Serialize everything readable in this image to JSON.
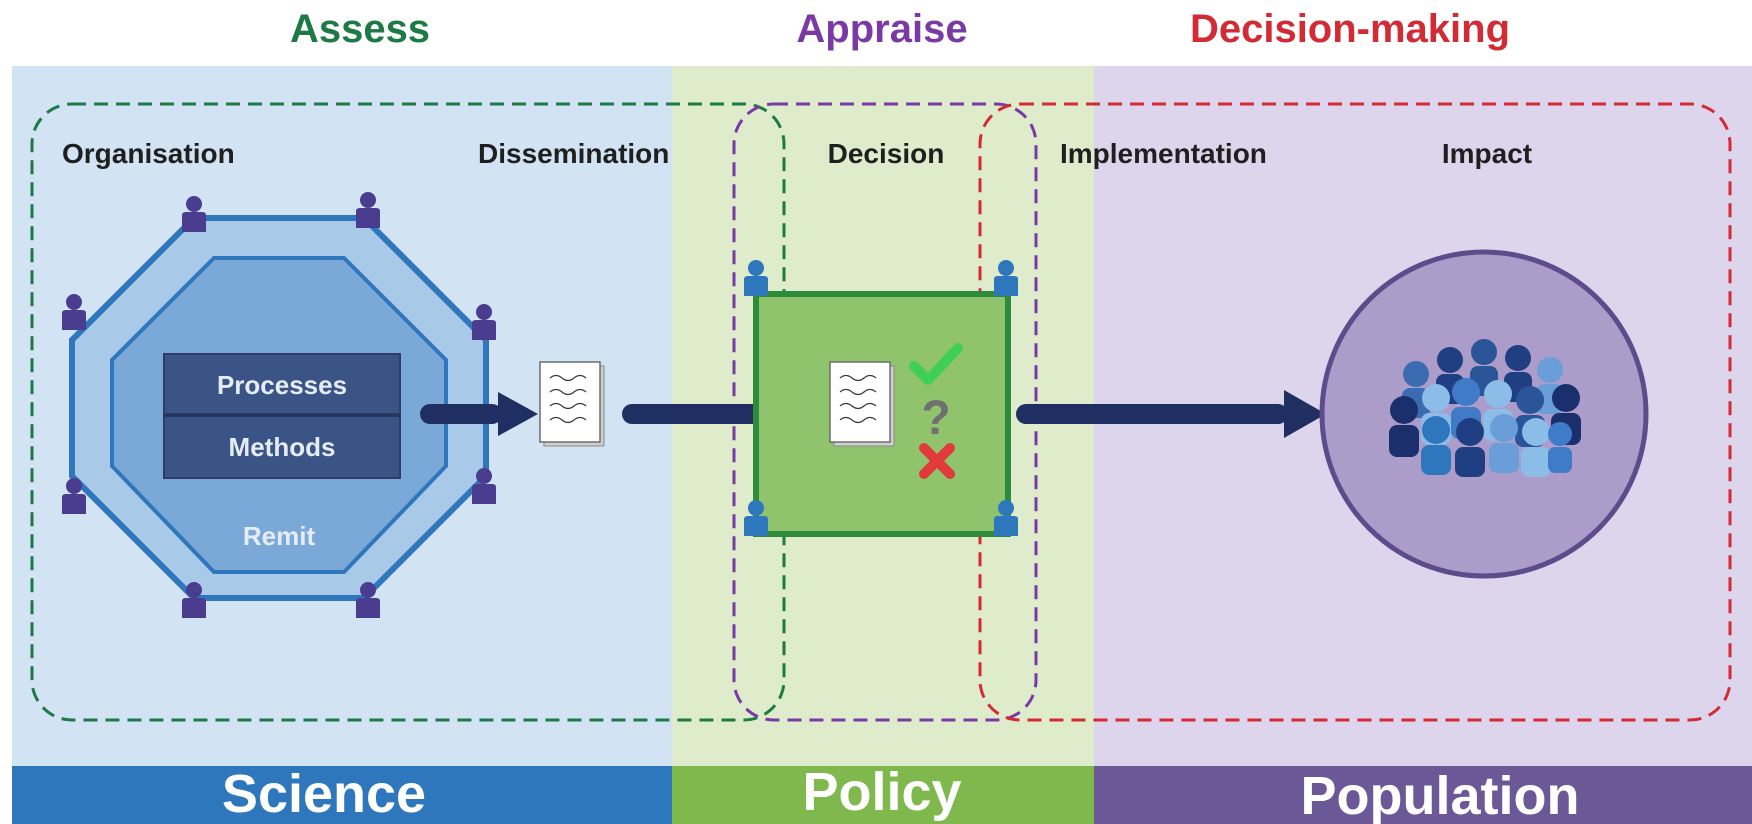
{
  "headers": {
    "assess": "Assess",
    "appraise": "Appraise",
    "decision_making": "Decision-making"
  },
  "stages": {
    "organisation": "Organisation",
    "dissemination": "Dissemination",
    "decision": "Decision",
    "implementation": "Implementation",
    "impact": "Impact"
  },
  "organisation_layers": {
    "processes": "Processes",
    "methods": "Methods",
    "remit": "Remit"
  },
  "decision_symbols": {
    "accept": "✓",
    "uncertain": "?",
    "reject": "✗"
  },
  "bands": {
    "science": "Science",
    "policy": "Policy",
    "population": "Population"
  },
  "colors": {
    "assess": "#1e7a45",
    "appraise": "#7a3aa6",
    "decision_making": "#d22b35",
    "science_bg": "#d2e3f3",
    "policy_bg": "#deeccb",
    "population_bg": "#ddd5ec",
    "science_band": "#2f77bd",
    "policy_band": "#7fb84d",
    "population_band": "#6c5797",
    "arrow": "#1f2f62"
  },
  "icons": [
    "person-icon",
    "document-icon",
    "check-icon",
    "question-icon",
    "cross-icon",
    "crowd-icon",
    "arrow-icon"
  ]
}
